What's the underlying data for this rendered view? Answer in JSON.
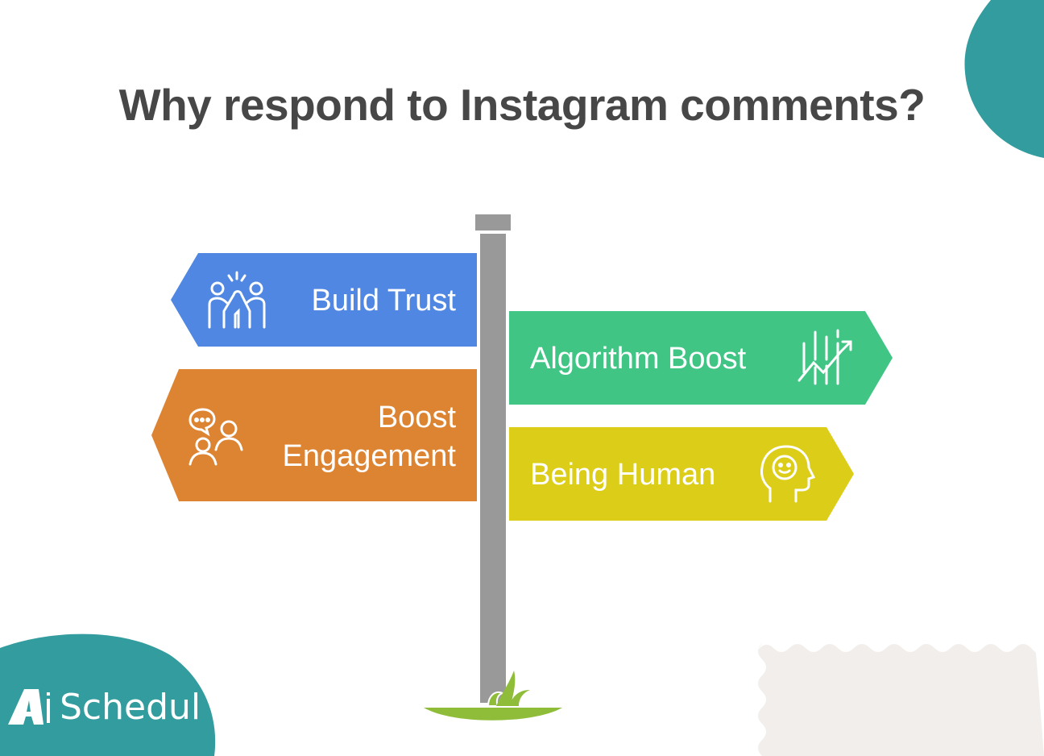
{
  "title": "Why respond to Instagram comments?",
  "signs": [
    {
      "id": "build-trust",
      "label": "Build Trust",
      "color": "#4f87e3",
      "direction": "left",
      "icon": "high-five-icon"
    },
    {
      "id": "boost-engagement",
      "label_line1": "Boost",
      "label_line2": "Engagement",
      "color": "#dd8433",
      "direction": "left",
      "icon": "chat-people-icon"
    },
    {
      "id": "algorithm-boost",
      "label": "Algorithm Boost",
      "color": "#40c585",
      "direction": "right",
      "icon": "growth-chart-icon"
    },
    {
      "id": "being-human",
      "label": "Being Human",
      "color": "#dccd19",
      "direction": "right",
      "icon": "smiling-head-icon"
    }
  ],
  "colors": {
    "pole": "#999999",
    "grass": "#8fbd3a",
    "teal": "#339c9e",
    "title": "#474747",
    "stamp": "#f1eeeb"
  },
  "logo": {
    "text": "Schedul",
    "mark": "Ai"
  }
}
